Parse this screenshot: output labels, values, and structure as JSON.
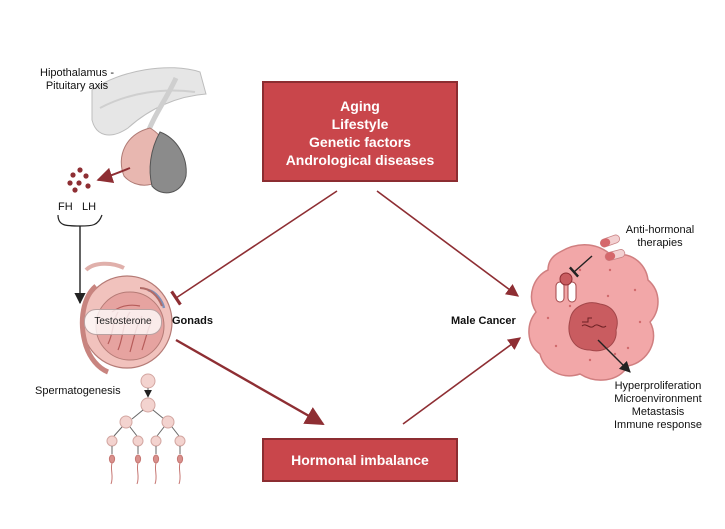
{
  "labels": {
    "hpa_line1": "Hipothalamus -",
    "hpa_line2": "Pituitary axis",
    "fh": "FH",
    "lh": "LH",
    "testosterone": "Testosterone",
    "gonads": "Gonads",
    "spermatogenesis": "Spermatogenesis",
    "male_cancer": "Male Cancer",
    "anti_line1": "Anti-hormonal",
    "anti_line2": "therapies",
    "outcomes": [
      "Hyperproliferation",
      "Microenvironment",
      "Metastasis",
      "Immune response"
    ]
  },
  "factors_box": {
    "lines": [
      "Aging",
      "Lifestyle",
      "Genetic factors",
      "Andrological diseases"
    ]
  },
  "imbalance_box": {
    "label": "Hormonal imbalance"
  },
  "colors": {
    "box_fill": "#c9464b",
    "box_border": "#8c2d31",
    "arrow": "#8e2e33",
    "cell": "#f2a7a8",
    "nucleus": "#c95c60"
  }
}
